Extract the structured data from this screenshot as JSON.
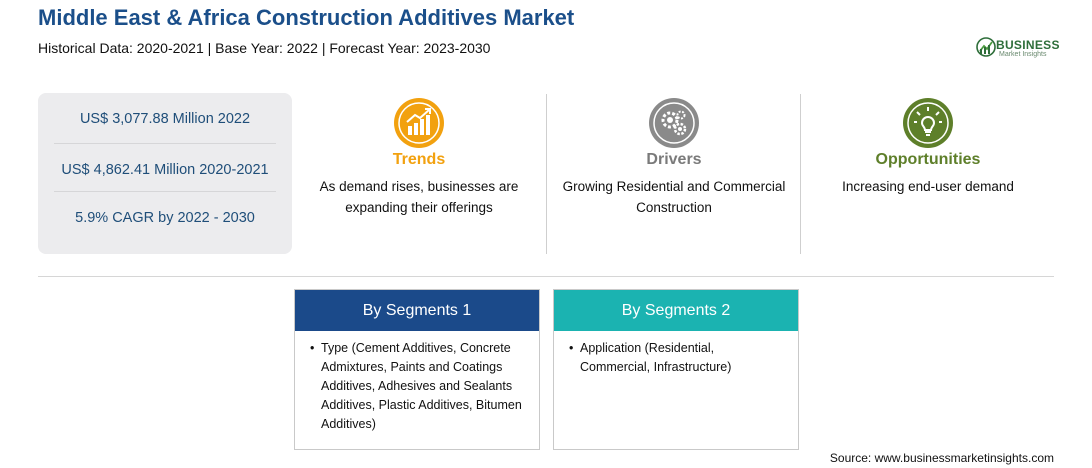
{
  "header": {
    "title": "Middle East & Africa Construction Additives Market",
    "subtitle": "Historical Data: 2020-2021 | Base Year: 2022 | Forecast Year: 2023-2030"
  },
  "logo": {
    "word1": "BUSINESS",
    "word2": "Market Insights",
    "color": "#2e6e3a"
  },
  "stats": [
    "US$ 3,077.88 Million 2022",
    "US$ 4,862.41 Million 2020-2021",
    "5.9% CAGR by 2022 - 2030"
  ],
  "columns": {
    "trends": {
      "heading": "Trends",
      "description": "As demand rises, businesses are expanding their offerings",
      "icon": "trend-chart-icon",
      "color": "#f2a10f"
    },
    "drivers": {
      "heading": "Drivers",
      "description": "Growing Residential and Commercial Construction",
      "icon": "gears-icon",
      "color": "#7a7a7a"
    },
    "opportunities": {
      "heading": "Opportunities",
      "description": "Increasing end-user demand",
      "icon": "lightbulb-icon",
      "color": "#5e7f2a"
    }
  },
  "segments": [
    {
      "title": "By Segments 1",
      "bullet": "•",
      "text": "Type (Cement Additives, Concrete Admixtures, Paints and Coatings Additives, Adhesives and Sealants Additives, Plastic Additives, Bitumen Additives)",
      "color": "#1b4a8a"
    },
    {
      "title": "By Segments 2",
      "bullet": "•",
      "text": "Application (Residential, Commercial, Infrastructure)",
      "color": "#1bb3b1"
    }
  ],
  "source": "Source: www.businessmarketinsights.com"
}
